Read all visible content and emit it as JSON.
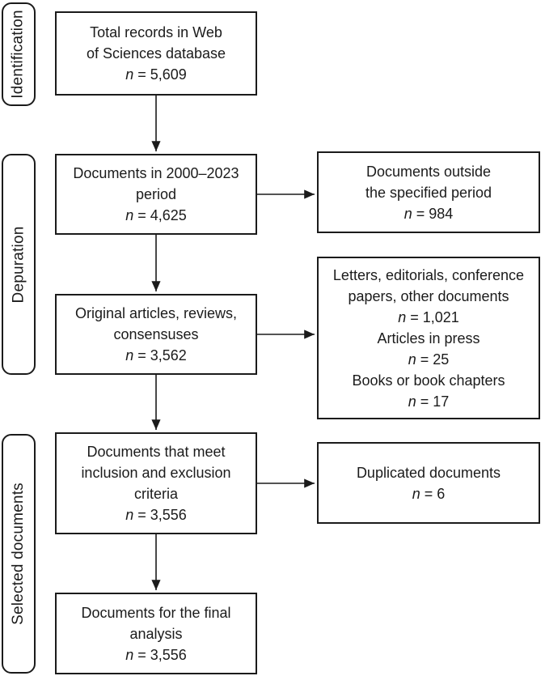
{
  "stages": [
    {
      "label": "Identification"
    },
    {
      "label": "Depuration"
    },
    {
      "label": "Selected documents"
    }
  ],
  "main_flow": [
    {
      "id": "total-records",
      "lines": [
        "Total records in Web",
        "of Sciences database"
      ],
      "stat": {
        "var": "n",
        "value": "= 5,609"
      }
    },
    {
      "id": "period",
      "lines": [
        "Documents in 2000–2023",
        "period"
      ],
      "stat": {
        "var": "n",
        "value": "= 4,625"
      }
    },
    {
      "id": "document-types",
      "lines": [
        "Original articles, reviews,",
        "consensuses"
      ],
      "stat": {
        "var": "n",
        "value": "= 3,562"
      }
    },
    {
      "id": "criteria",
      "lines": [
        "Documents that meet",
        "inclusion and exclusion",
        "criteria"
      ],
      "stat": {
        "var": "n",
        "value": "= 3,556"
      }
    },
    {
      "id": "final-analysis",
      "lines": [
        "Documents for the final",
        "analysis"
      ],
      "stat": {
        "var": "n",
        "value": "= 3,556"
      }
    }
  ],
  "excluded_flow": [
    {
      "id": "outside-period",
      "lines": [
        "Documents outside",
        "the specified period"
      ],
      "stat": {
        "var": "n",
        "value": "= 984"
      }
    },
    {
      "id": "excluded-types",
      "entries": [
        {
          "text": "Letters, editorials, conference"
        },
        {
          "text": "papers, other documents"
        },
        {
          "stat": {
            "var": "n",
            "value": "= 1,021"
          }
        },
        {
          "text": "Articles in press"
        },
        {
          "stat": {
            "var": "n",
            "value": "= 25"
          }
        },
        {
          "text": "Books or book chapters"
        },
        {
          "stat": {
            "var": "n",
            "value": "= 17"
          }
        }
      ]
    },
    {
      "id": "duplicated",
      "lines": [
        "Duplicated documents"
      ],
      "stat": {
        "var": "n",
        "value": "= 6"
      }
    }
  ],
  "colors": {
    "line": "#1b1b1b",
    "text": "#1b1b1b",
    "background": "#ffffff"
  }
}
